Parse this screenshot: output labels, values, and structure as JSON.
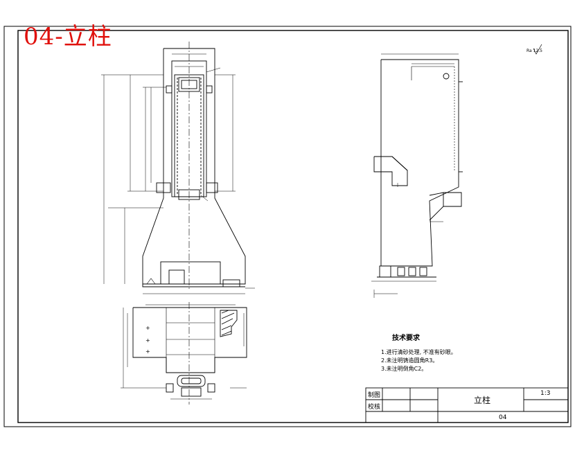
{
  "title": "04-立柱",
  "tech_requirements": {
    "heading": "技术要求",
    "items": [
      "1.进行清砂处理, 不准有砂眼。",
      "2.未注明铸造圆角R3。",
      "3.未注明倒角C2。"
    ]
  },
  "title_block": {
    "draw_label": "制图",
    "check_label": "校核",
    "part_name": "立柱",
    "scale": "1:3",
    "drawing_number": "04"
  },
  "roughness_note": "Ra 12.5",
  "colors": {
    "title": "#e0100c",
    "line": "#000000"
  }
}
